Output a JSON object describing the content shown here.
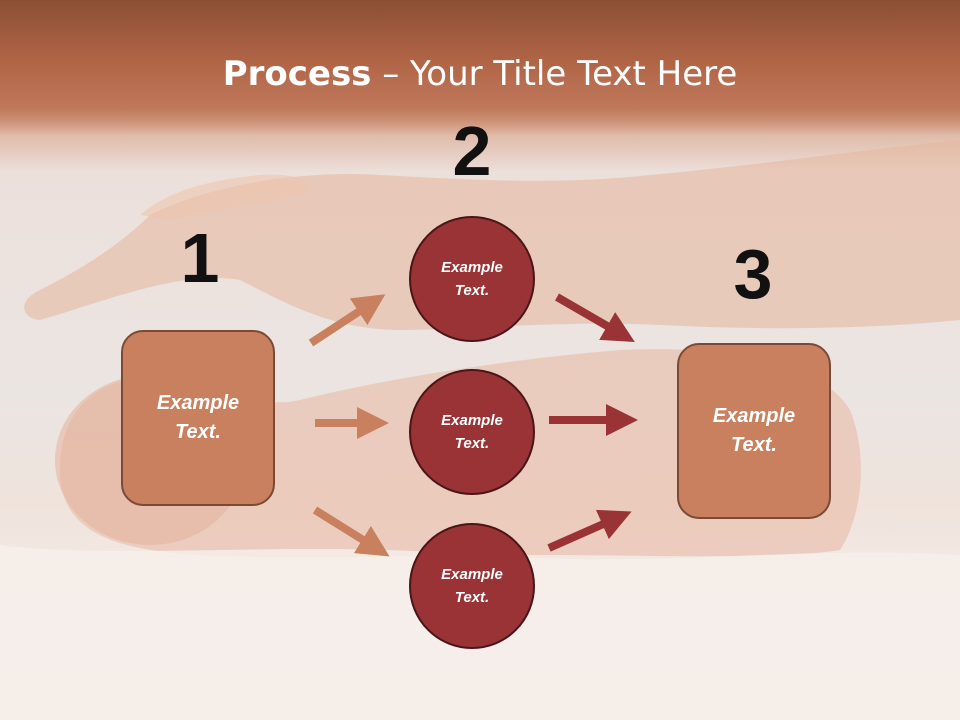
{
  "title": {
    "bold": "Process",
    "rest": " – Your Title Text Here"
  },
  "steps": {
    "one": "1",
    "two": "2",
    "three": "3"
  },
  "left_box": {
    "text": "Example Text."
  },
  "circles": [
    {
      "text": "Example Text."
    },
    {
      "text": "Example Text."
    },
    {
      "text": "Example Text."
    }
  ],
  "right_box": {
    "text": "Example Text."
  },
  "colors": {
    "box": "#c8805e",
    "circle": "#993336",
    "arrow_light": "#c8805e",
    "arrow_dark": "#993336"
  }
}
